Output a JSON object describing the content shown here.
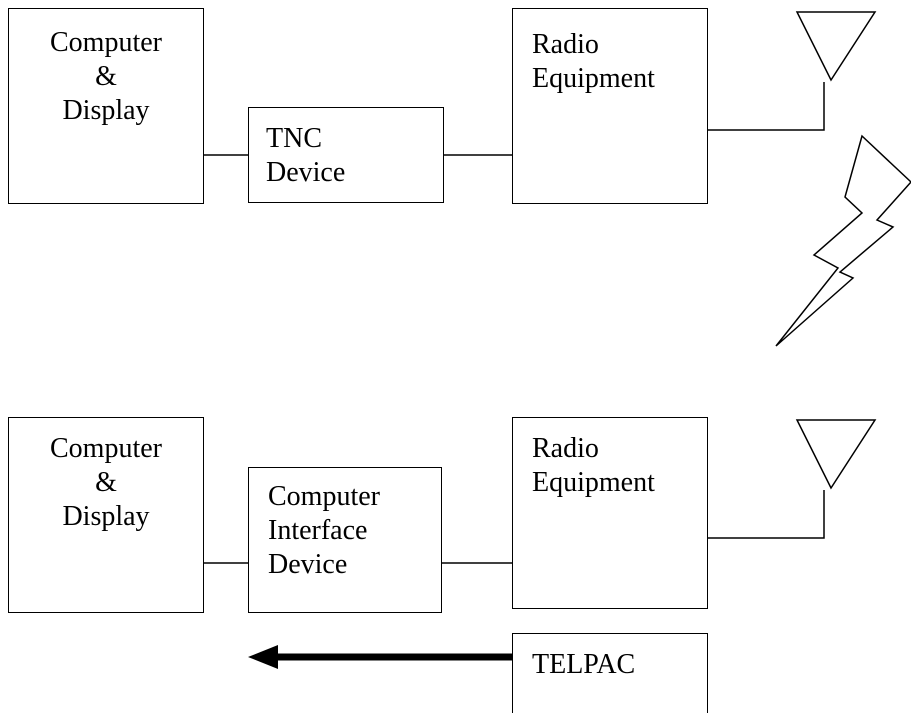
{
  "top_station": {
    "computer_lines": [
      "Computer",
      "&",
      "Display"
    ],
    "tnc_lines": [
      "TNC",
      "Device"
    ],
    "radio_lines": [
      "Radio",
      "Equipment"
    ]
  },
  "bottom_station": {
    "computer_lines": [
      "Computer",
      "&",
      "Display"
    ],
    "interface_lines": [
      "Computer",
      "Interface",
      "Device"
    ],
    "radio_lines": [
      "Radio",
      "Equipment"
    ],
    "telpac_label": "TELPAC"
  }
}
